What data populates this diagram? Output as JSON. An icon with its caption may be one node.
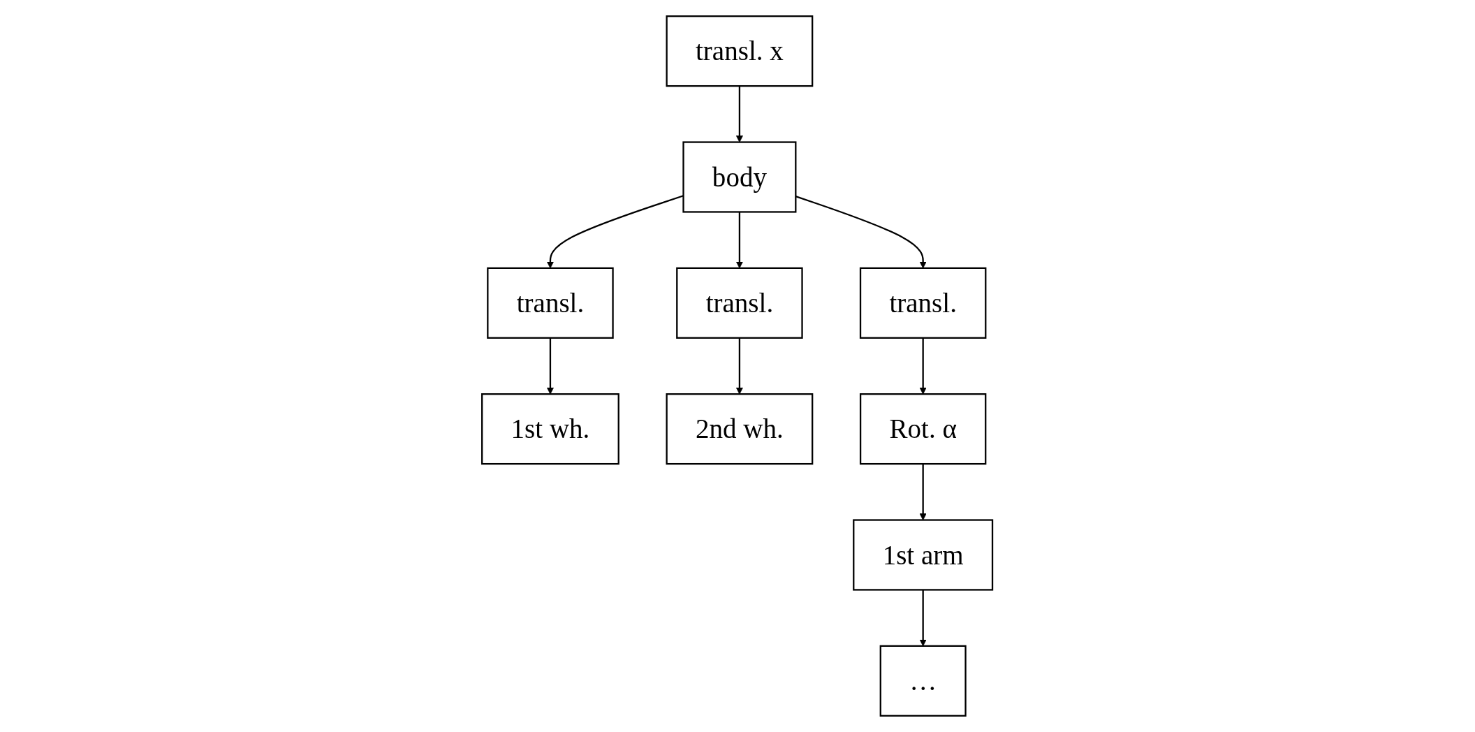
{
  "diagram": {
    "nodes": [
      {
        "text": [
          "transl. x"
        ]
      },
      {
        "text": [
          "body"
        ]
      },
      {
        "text": [
          "transl."
        ]
      },
      {
        "text": [
          "transl."
        ]
      },
      {
        "text": [
          "transl."
        ]
      },
      {
        "text": [
          "1st wh."
        ]
      },
      {
        "text": [
          "2nd wh."
        ]
      },
      {
        "text": [
          "Rot. α"
        ]
      },
      {
        "text": [
          "1st arm"
        ]
      },
      {
        "text": [
          "…"
        ]
      }
    ],
    "edges": [
      {
        "from": 0,
        "to": 1,
        "arrow": "to"
      },
      {
        "from": 1,
        "to": 2,
        "arrow": "to"
      },
      {
        "from": 1,
        "to": 3,
        "arrow": "to"
      },
      {
        "from": 1,
        "to": 4,
        "arrow": "to"
      },
      {
        "from": 2,
        "to": 5,
        "arrow": "to"
      },
      {
        "from": 3,
        "to": 6,
        "arrow": "to"
      },
      {
        "from": 4,
        "to": 7,
        "arrow": "to"
      },
      {
        "from": 7,
        "to": 8,
        "arrow": "to"
      },
      {
        "from": 8,
        "to": 9,
        "arrow": "to"
      }
    ]
  }
}
